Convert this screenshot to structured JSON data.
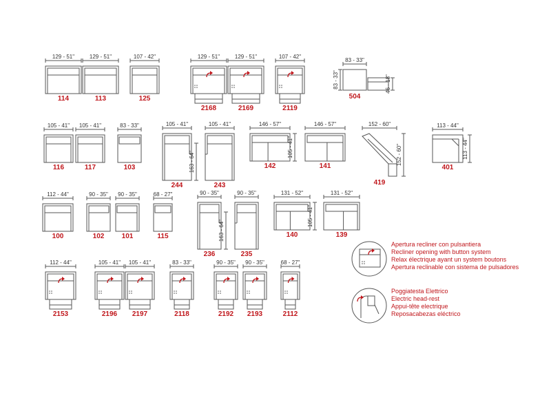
{
  "colors": {
    "accent": "#c0161b",
    "line": "#555555",
    "text": "#333333"
  },
  "modules": [
    {
      "code": "114",
      "dim": "129 - 51\"",
      "type": "arm2"
    },
    {
      "code": "113",
      "dim": "129 - 51\"",
      "type": "arm2"
    },
    {
      "code": "125",
      "dim": "107 - 42\"",
      "type": "arm2"
    },
    {
      "code": "2168",
      "dim": "129 - 51\"",
      "type": "rec_arm2"
    },
    {
      "code": "2169",
      "dim": "129 - 51\"",
      "type": "rec_arm2"
    },
    {
      "code": "2119",
      "dim": "107 - 42\"",
      "type": "rec_arm2"
    },
    {
      "code": "504",
      "dim": "83 - 33\"",
      "side_dim": "83 - 33\"",
      "extra_dim": "46 - 18\"",
      "type": "pouf"
    },
    {
      "code": "116",
      "dim": "105 - 41\"",
      "type": "arm2"
    },
    {
      "code": "117",
      "dim": "105 - 41\"",
      "type": "arm2"
    },
    {
      "code": "103",
      "dim": "83 - 33\"",
      "type": "armless"
    },
    {
      "code": "244",
      "dim": "105 - 41\"",
      "side_dim": "163 - 64\"",
      "type": "chaise_left"
    },
    {
      "code": "243",
      "dim": "105 - 41\"",
      "type": "chaise_right"
    },
    {
      "code": "142",
      "dim": "146 - 57\"",
      "side_dim": "105 - 41\"",
      "type": "sofa_a"
    },
    {
      "code": "141",
      "dim": "146 - 57\"",
      "type": "sofa_b"
    },
    {
      "code": "419",
      "dim": "152 - 60\"",
      "side_dim": "152 - 60\"",
      "type": "corner_angle"
    },
    {
      "code": "401",
      "dim": "113 - 44\"",
      "side_dim": "113 - 44\"",
      "type": "corner"
    },
    {
      "code": "100",
      "dim": "112 - 44\"",
      "type": "arm2"
    },
    {
      "code": "102",
      "dim": "90 - 35\"",
      "type": "arm_left"
    },
    {
      "code": "101",
      "dim": "90 - 35\"",
      "type": "arm_right"
    },
    {
      "code": "115",
      "dim": "68 - 27\"",
      "type": "armless"
    },
    {
      "code": "236",
      "dim": "90 - 35\"",
      "side_dim": "163 - 64\"",
      "type": "chaise_left"
    },
    {
      "code": "235",
      "dim": "90 - 35\"",
      "type": "chaise_right"
    },
    {
      "code": "140",
      "dim": "131 - 52\"",
      "side_dim": "105 - 41\"",
      "type": "sofa_a"
    },
    {
      "code": "139",
      "dim": "131 - 52\"",
      "type": "sofa_b"
    },
    {
      "code": "2153",
      "dim": "112 - 44\"",
      "type": "rec"
    },
    {
      "code": "2196",
      "dim": "105 - 41\"",
      "type": "rec"
    },
    {
      "code": "2197",
      "dim": "105 - 41\"",
      "type": "rec"
    },
    {
      "code": "2118",
      "dim": "83 - 33\"",
      "type": "rec"
    },
    {
      "code": "2192",
      "dim": "90 - 35\"",
      "type": "rec"
    },
    {
      "code": "2193",
      "dim": "90 - 35\"",
      "type": "rec"
    },
    {
      "code": "2112",
      "dim": "68 - 27\"",
      "type": "rec"
    }
  ],
  "legend": [
    {
      "icon": "recliner",
      "lines": [
        "Apertura recliner con pulsantiera",
        "Recliner opening with button system",
        "Relax électrique ayant un system boutons",
        "Apertura reclinable con sistema de pulsadores"
      ]
    },
    {
      "icon": "headrest",
      "lines": [
        "Poggiatesta Elettrico",
        "Electric  head-rest",
        "Appui-tête  electrique",
        "Reposacabezas eléctrico"
      ]
    }
  ]
}
